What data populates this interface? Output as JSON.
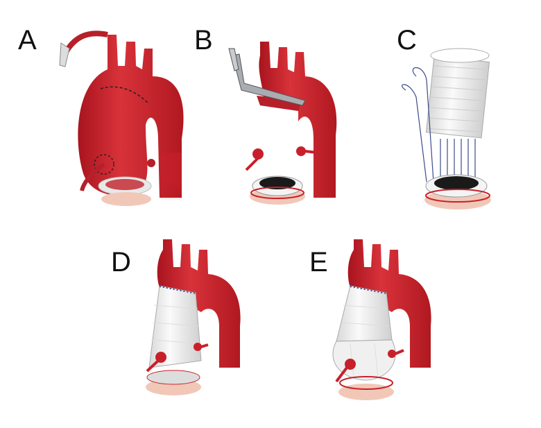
{
  "figure": {
    "panels": [
      {
        "label": "A",
        "content": "aortic-root-aneurysm-with-incision-lines"
      },
      {
        "label": "B",
        "content": "clamped-aorta-with-excised-coronary-buttons-and-valve"
      },
      {
        "label": "C",
        "content": "graft-parachuted-onto-valve-with-sutures"
      },
      {
        "label": "D",
        "content": "straight-graft-with-reimplanted-coronaries"
      },
      {
        "label": "E",
        "content": "graft-with-neosinus-and-reimplanted-coronaries"
      }
    ],
    "colors": {
      "aorta": "#c8202a",
      "graft": "#f4f4f4",
      "valve": "#1a1a1a",
      "suture": "#3a4a8a"
    }
  }
}
